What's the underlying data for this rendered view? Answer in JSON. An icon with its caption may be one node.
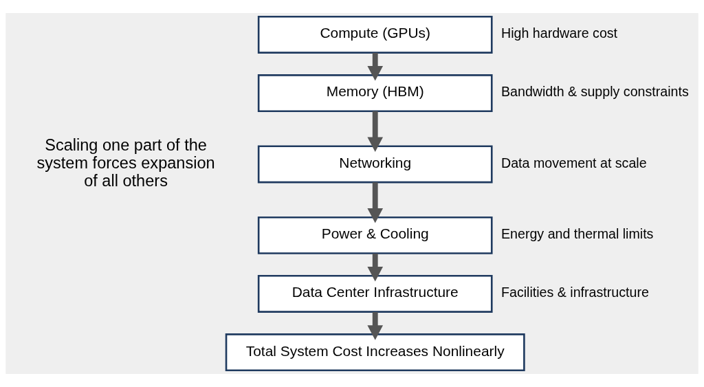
{
  "diagram": {
    "nodes": [
      {
        "text": [
          "Compute (GPUs)"
        ],
        "beside": [
          "High hardware cost"
        ]
      },
      {
        "text": [
          "Memory (HBM)"
        ],
        "beside": [
          "Bandwidth & supply constraints"
        ]
      },
      {
        "text": [
          "Networking"
        ],
        "beside": [
          "Data movement at scale"
        ]
      },
      {
        "text": [
          "Power & Cooling"
        ],
        "beside": [
          "Energy and thermal limits"
        ]
      },
      {
        "text": [
          "Data Center Infrastructure"
        ],
        "beside": [
          "Facilities & infrastructure"
        ]
      },
      {
        "text": [
          "Total System Cost Increases Nonlinearly"
        ]
      }
    ],
    "edges": [
      {
        "from": 0,
        "to": 1,
        "arrow": "to"
      },
      {
        "from": 1,
        "to": 2,
        "arrow": "to"
      },
      {
        "from": 2,
        "to": 3,
        "arrow": "to"
      },
      {
        "from": 3,
        "to": 4,
        "arrow": "to"
      },
      {
        "from": 4,
        "to": 5,
        "arrow": "to"
      }
    ],
    "labels": [
      "Scaling one part of the system forces expansion of all others"
    ]
  }
}
